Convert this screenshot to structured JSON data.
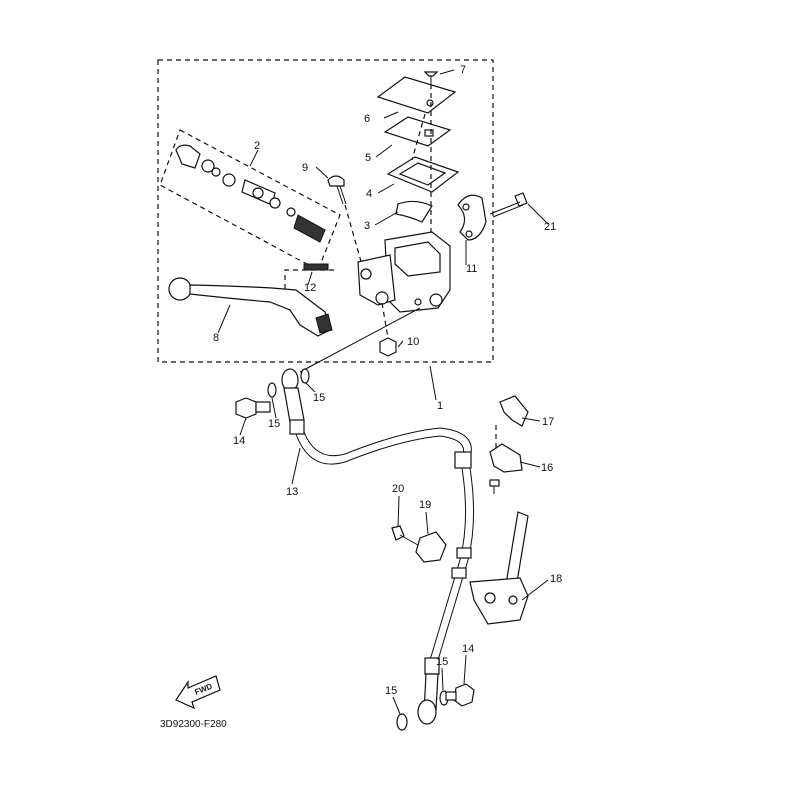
{
  "callouts": [
    "1",
    "2",
    "3",
    "4",
    "5",
    "6",
    "7",
    "8",
    "9",
    "10",
    "11",
    "12",
    "13",
    "14",
    "14",
    "15",
    "15",
    "15",
    "15",
    "16",
    "17",
    "18",
    "19",
    "20",
    "21"
  ],
  "diagram_code": "3D92300-F280",
  "fwd_text": "FWD"
}
